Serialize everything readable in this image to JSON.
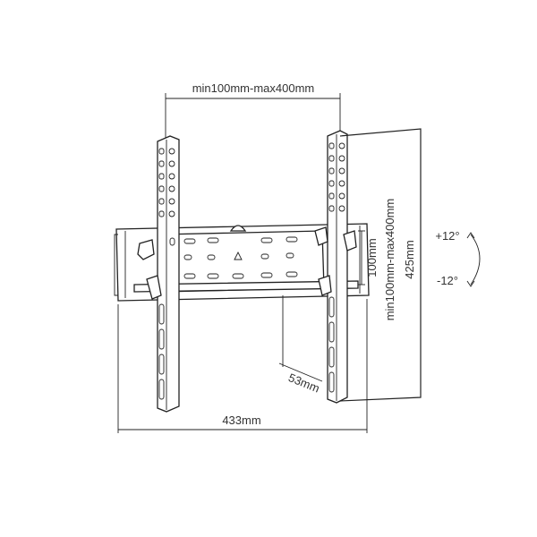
{
  "dimensions": {
    "vesa_width": "min100mm-max400mm",
    "vesa_height": "min100mm-max400mm",
    "center_spacing": "100mm",
    "overall_height": "425mm",
    "overall_width": "433mm",
    "depth": "53mm"
  },
  "tilt": {
    "up": "+12°",
    "down": "-12°"
  }
}
